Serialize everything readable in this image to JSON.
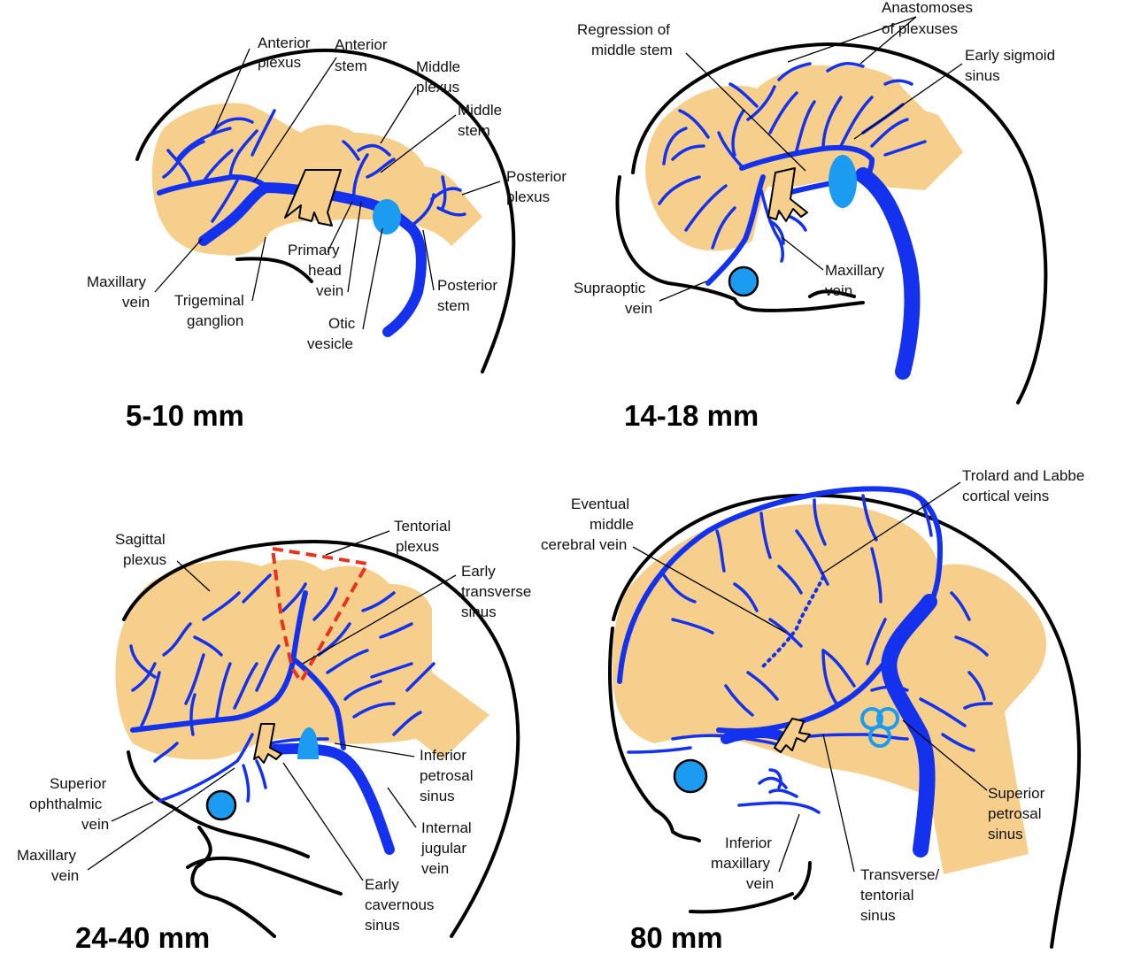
{
  "colors": {
    "vein": "#1432ee",
    "tissue": "#f7cf8c",
    "vesicle": "#1b9cf0",
    "tentorial_outline": "#e8331e",
    "outline": "#000000"
  },
  "panels": [
    {
      "stage": "5-10 mm",
      "labels": {
        "anterior_plexus": [
          "Anterior",
          "plexus"
        ],
        "anterior_stem": [
          "Anterior",
          "stem"
        ],
        "middle_plexus": [
          "Middle",
          "plexus"
        ],
        "middle_stem": [
          "Middle",
          "stem"
        ],
        "posterior_plexus": [
          "Posterior",
          "plexus"
        ],
        "maxillary_vein": [
          "Maxillary",
          "vein"
        ],
        "trigeminal_ganglion": [
          "Trigeminal",
          "ganglion"
        ],
        "primary_head_vein": [
          "Primary",
          "head",
          "vein"
        ],
        "otic_vesicle": [
          "Otic",
          "vesicle"
        ],
        "posterior_stem": [
          "Posterior",
          "stem"
        ]
      }
    },
    {
      "stage": "14-18 mm",
      "labels": {
        "regression_middle_stem": [
          "Regression  of",
          "middle stem"
        ],
        "anastomoses": [
          "Anastomoses",
          "of plexuses"
        ],
        "early_sigmoid": [
          "Early sigmoid",
          "sinus"
        ],
        "maxillary_vein": [
          "Maxillary",
          "vein"
        ],
        "supraoptic_vein": [
          "Supraoptic",
          "vein"
        ]
      }
    },
    {
      "stage": "24-40 mm",
      "labels": {
        "sagittal_plexus": [
          "Sagittal",
          "plexus"
        ],
        "tentorial_plexus": [
          "Tentorial",
          "plexus"
        ],
        "early_transverse": [
          "Early",
          "transverse",
          "sinus"
        ],
        "inferior_petrosal": [
          "Inferior",
          "petrosal",
          "sinus"
        ],
        "superior_ophthalmic": [
          "Superior",
          "ophthalmic",
          "vein"
        ],
        "maxillary_vein": [
          "Maxillary",
          "vein"
        ],
        "internal_jugular": [
          "Internal",
          "jugular",
          "vein"
        ],
        "early_cavernous": [
          "Early",
          "cavernous",
          "sinus"
        ]
      }
    },
    {
      "stage": "80 mm",
      "labels": {
        "trolard_labbe": [
          "Trolard and Labbe",
          "cortical veins"
        ],
        "eventual_mcv": [
          "Eventual",
          "middle",
          "cerebral vein"
        ],
        "superior_petrosal": [
          "Superior",
          "petrosal",
          "sinus"
        ],
        "inferior_maxillary": [
          "Inferior",
          "maxillary",
          "vein"
        ],
        "transverse_tentorial": [
          "Transverse/",
          "tentorial",
          "sinus"
        ]
      }
    }
  ]
}
